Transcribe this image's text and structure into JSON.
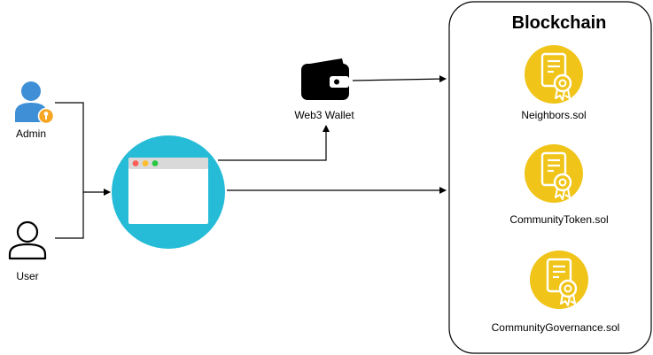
{
  "actors": {
    "admin": {
      "label": "Admin",
      "icon": "admin-user-icon"
    },
    "user": {
      "label": "User",
      "icon": "user-outline-icon"
    }
  },
  "app": {
    "icon": "browser-window-icon"
  },
  "wallet": {
    "label": "Web3 Wallet",
    "icon": "wallet-icon"
  },
  "blockchain": {
    "title": "Blockchain",
    "contracts": [
      {
        "label": "Neighbors.sol",
        "icon": "certificate-icon"
      },
      {
        "label": "CommunityToken.sol",
        "icon": "certificate-icon"
      },
      {
        "label": "CommunityGovernance.sol",
        "icon": "certificate-icon"
      }
    ]
  },
  "colors": {
    "admin_blue": "#3e8fd6",
    "key_orange": "#f5a623",
    "app_cyan": "#26bcd7",
    "contract_gold": "#f0c419",
    "window_red": "#ff5f57",
    "window_yellow": "#febc2e",
    "window_green": "#28c840"
  }
}
